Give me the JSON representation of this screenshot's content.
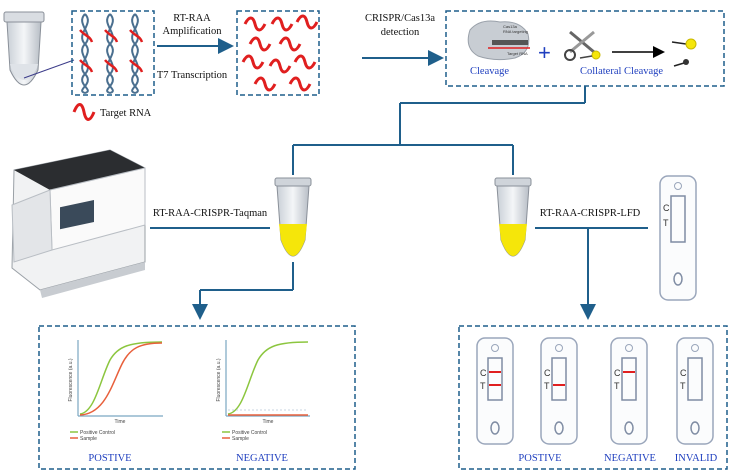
{
  "steps": {
    "rt_raa_line1": "RT-RAA",
    "rt_raa_line2": "Amplification",
    "t7": "T7 Transcription",
    "crispr_line1": "CRISPR/Cas13a",
    "crispr_line2": "detection",
    "target_rna": "Target RNA"
  },
  "cleavage": {
    "label": "Cleavage",
    "collateral_label": "Collateral Cleavage",
    "mini_texts": [
      "Cas13a",
      "RNA targeting",
      "Target RNA"
    ]
  },
  "branches": {
    "taqman": "RT-RAA-CRISPR-Taqman",
    "lfd": "RT-RAA-CRISPR-LFD"
  },
  "plots": {
    "ylabel": "Fluorescence (a.u.)",
    "xlabel": "Time",
    "legend_positive": "Positive Control",
    "legend_sample": "Sample",
    "positive": "POSTIVE",
    "negative": "NEGATIVE"
  },
  "strips": {
    "c": "C",
    "t": "T",
    "positive": "POSTIVE",
    "negative": "NEGATIVE",
    "invalid": "INVALID"
  },
  "colors": {
    "accent_blue": "#1f5f8b",
    "label_blue": "#1f3fbf",
    "rna_red": "#e01f1f",
    "green_curve": "#8cc63f",
    "red_curve": "#e8603c",
    "yellow": "#f5e60a"
  }
}
